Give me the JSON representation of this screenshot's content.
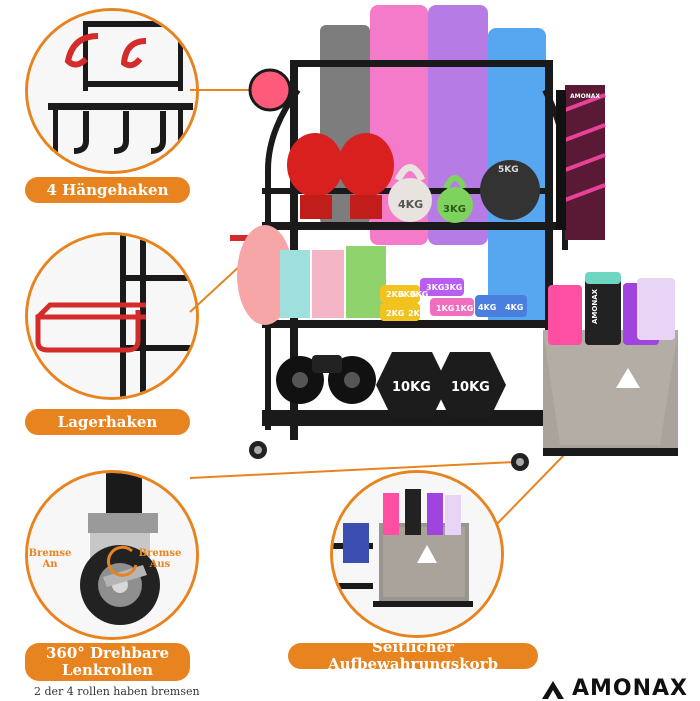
{
  "callouts": {
    "haenge_haken": "4 Hängehaken",
    "lager_haken": "Lagerhaken",
    "lenkrollen": "360° Drehbare Lenkrollen",
    "korb": "Seitlicher Aufbewahrungskorb",
    "bremse_an": "Bremse An",
    "bremse_aus": "Bremse Aus",
    "footnote": "2 der 4 rollen haben bremsen"
  },
  "products": {
    "kettlebell_1": "4KG",
    "kettlebell_2": "3KG",
    "medball": "5KG",
    "dumbbell_1": "10KG",
    "dumbbell_2": "10KG",
    "hex_labels": [
      "2KG",
      "2KG",
      "2KG",
      "3KG",
      "3KG",
      "4KG",
      "4KG",
      "1KG",
      "1KG",
      "3KG",
      "3KG"
    ],
    "bottle_brand": "AMONAX",
    "strap_brand": "AMONAX"
  },
  "brand": {
    "name": "AMONAX"
  },
  "colors": {
    "accent": "#e8841f",
    "frame": "#1a1a1a"
  }
}
